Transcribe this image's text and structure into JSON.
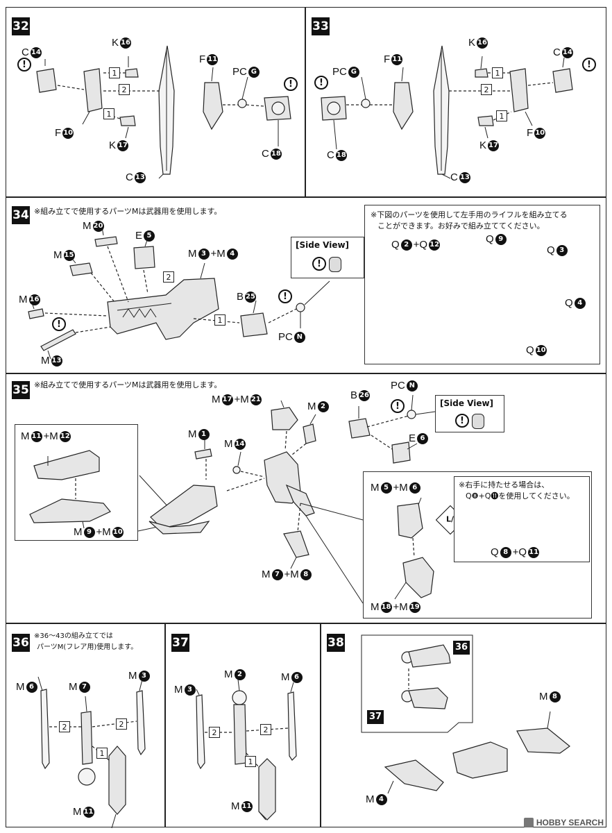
{
  "steps": {
    "s32": {
      "num": "32",
      "labels": {
        "c14": [
          "C",
          "14"
        ],
        "k16": [
          "K",
          "16"
        ],
        "f11": [
          "F",
          "11"
        ],
        "pcg": [
          "PC",
          "G"
        ],
        "f10": [
          "F",
          "10"
        ],
        "k17": [
          "K",
          "17"
        ],
        "c18": [
          "C",
          "18"
        ],
        "c13": [
          "C",
          "13"
        ]
      },
      "sub": [
        "1",
        "2",
        "1"
      ]
    },
    "s33": {
      "num": "33",
      "labels": {
        "k16": [
          "K",
          "16"
        ],
        "c14": [
          "C",
          "14"
        ],
        "f11": [
          "F",
          "11"
        ],
        "pcg": [
          "PC",
          "G"
        ],
        "c18": [
          "C",
          "18"
        ],
        "f10": [
          "F",
          "10"
        ],
        "k17": [
          "K",
          "17"
        ],
        "c13": [
          "C",
          "13"
        ]
      },
      "sub": [
        "1",
        "2",
        "1"
      ]
    },
    "s34": {
      "num": "34",
      "note": "※組み立てで使用するパーツMは武器用を使用します。",
      "labels": {
        "m20": [
          "M",
          "20"
        ],
        "e5": [
          "E",
          "5"
        ],
        "m3m4": [
          "M",
          "3",
          "+M",
          "4"
        ],
        "m15": [
          "M",
          "15"
        ],
        "m16": [
          "M",
          "16"
        ],
        "m13": [
          "M",
          "13"
        ],
        "b25": [
          "B",
          "25"
        ],
        "pcn": [
          "PC",
          "N"
        ]
      },
      "sub": [
        "2",
        "1"
      ],
      "side_view": "[Side View]",
      "alt_note": [
        "※下図のパーツを使用して左手用のライフルを組み立てる",
        "ことができます。お好みで組み立ててください。"
      ],
      "alt_labels": {
        "q2q12": [
          "Q",
          "2",
          "+Q",
          "12"
        ],
        "q9": [
          "Q",
          "9"
        ],
        "q3": [
          "Q",
          "3"
        ],
        "q4": [
          "Q",
          "4"
        ],
        "q10": [
          "Q",
          "10"
        ]
      }
    },
    "s35": {
      "num": "35",
      "note": "※組み立てで使用するパーツMは武器用を使用します。",
      "labels": {
        "m17m21": [
          "M",
          "17",
          "+M",
          "21"
        ],
        "m2": [
          "M",
          "2"
        ],
        "b26": [
          "B",
          "26"
        ],
        "pcn": [
          "PC",
          "N"
        ],
        "m1": [
          "M",
          "1"
        ],
        "m14": [
          "M",
          "14"
        ],
        "e6": [
          "E",
          "6"
        ],
        "m11m12": [
          "M",
          "11",
          "+M",
          "12"
        ],
        "m9m10": [
          "M",
          "9",
          "+M",
          "10"
        ],
        "m7m8": [
          "M",
          "7",
          "+M",
          "8"
        ],
        "m5m6": [
          "M",
          "5",
          "+M",
          "6"
        ],
        "m18m19": [
          "M",
          "18",
          "+M",
          "19"
        ],
        "q8q11": [
          "Q",
          "8",
          "+Q",
          "11"
        ]
      },
      "side_view": "[Side View]",
      "right_hand_note": [
        "※右手に持たせる場合は、",
        "Q❽+Q⓫を使用してください。"
      ]
    },
    "s36": {
      "num": "36",
      "note": [
        "※36〜43の組み立てでは",
        "パーツM(フレア用)使用します。"
      ],
      "labels": {
        "m6": [
          "M",
          "6"
        ],
        "m7": [
          "M",
          "7"
        ],
        "m3": [
          "M",
          "3"
        ],
        "m11": [
          "M",
          "11"
        ]
      },
      "sub": [
        "2",
        "2",
        "1"
      ]
    },
    "s37": {
      "num": "37",
      "labels": {
        "m2": [
          "M",
          "2"
        ],
        "m3": [
          "M",
          "3"
        ],
        "m6": [
          "M",
          "6"
        ],
        "m11": [
          "M",
          "11"
        ]
      },
      "sub": [
        "2",
        "2",
        "1"
      ]
    },
    "s38": {
      "num": "38",
      "labels": {
        "m8": [
          "M",
          "8"
        ],
        "m4": [
          "M",
          "4"
        ]
      },
      "tags": [
        "36",
        "37"
      ]
    }
  },
  "watermark": "HOBBY SEARCH",
  "warning_glyph": "!"
}
